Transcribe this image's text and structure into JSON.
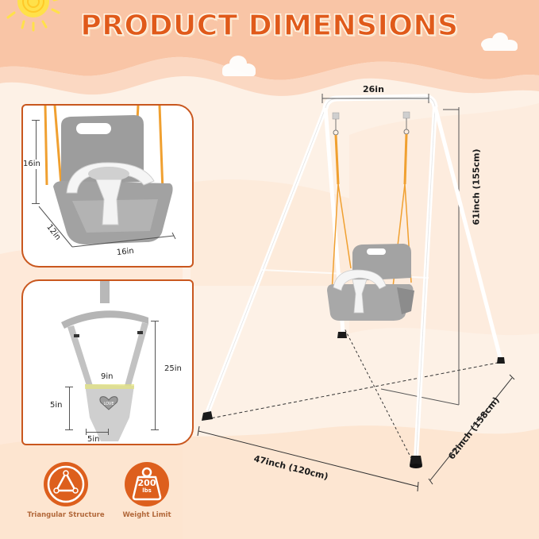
{
  "header": {
    "title": "PRODUCT DIMENSIONS"
  },
  "colors": {
    "accent_orange": "#dd5f1d",
    "panel_border": "#c9571e",
    "banner_peach": "#f9c3a4",
    "background_cream": "#fdf3ea",
    "rope_orange": "#f0a030",
    "seat_gray": "#a9a9a9"
  },
  "seat_panel": {
    "height_label": "16in",
    "depth_label": "12in",
    "width_label": "16in"
  },
  "jumper_panel": {
    "total_height_label": "25in",
    "seat_width_label": "9in",
    "seat_height_label": "5in",
    "leg_opening_label": "5in",
    "heart_text": "LOVE"
  },
  "frame": {
    "top_width_label": "26in",
    "height_label": "61inch (155cm)",
    "base_width_label": "47inch (120cm)",
    "base_depth_label": "62inch (158cm)"
  },
  "features": [
    {
      "icon": "triangle-structure-icon",
      "label": "Triangular Structure"
    },
    {
      "icon": "weight-icon",
      "label": "Weight Limit",
      "weight_value": "200",
      "weight_unit": "lbs"
    }
  ]
}
